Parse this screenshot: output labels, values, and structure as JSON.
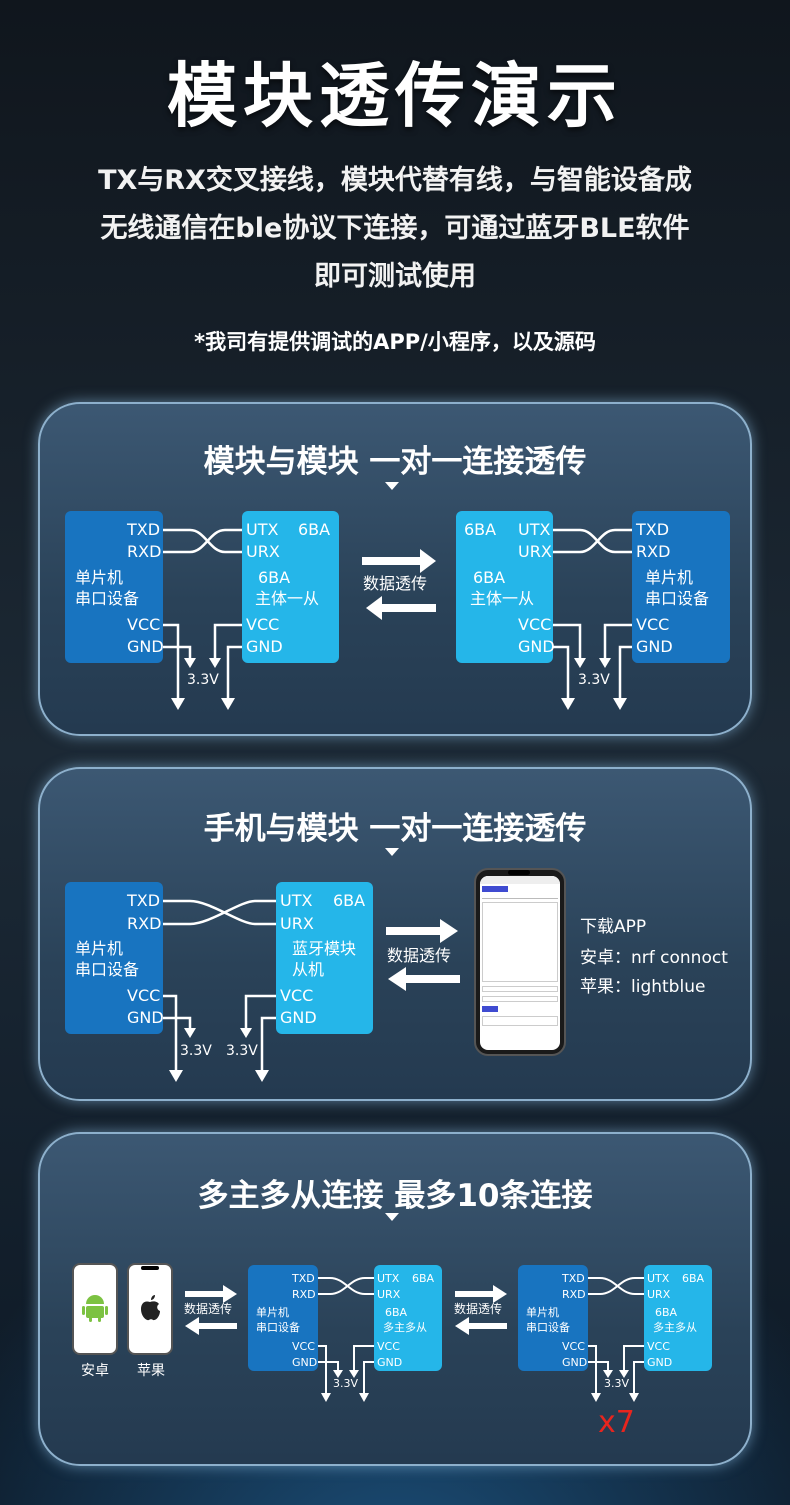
{
  "title": "模块透传演示",
  "intro": [
    "TX与RX交叉接线，模块代替有线，与智能设备成",
    "无线通信在ble协议下连接，可通过蓝牙BLE软件",
    "即可测试使用"
  ],
  "note": "*我司有提供调试的APP/小程序，以及源码",
  "colors": {
    "mcu_box": "#1874c0",
    "module_box": "#25b6e9",
    "panel_border": "#8db0cc",
    "x7": "#e8251e"
  },
  "s1": {
    "title": "模块与模块 一对一连接透传",
    "txd": "TXD",
    "rxd": "RXD",
    "mcu": [
      "单片机",
      "串口设备"
    ],
    "vcc": "VCC",
    "gnd": "GND",
    "utx": "UTX",
    "urx": "URX",
    "model": "6BA",
    "role": [
      "6BA",
      "主体一从"
    ],
    "v33": "3.3V",
    "transfer": "数据透传"
  },
  "s2": {
    "title": "手机与模块 一对一连接透传",
    "txd": "TXD",
    "rxd": "RXD",
    "mcu": [
      "单片机",
      "串口设备"
    ],
    "vcc": "VCC",
    "gnd": "GND",
    "utx": "UTX",
    "urx": "URX",
    "model": "6BA",
    "role": [
      "蓝牙模块",
      "从机"
    ],
    "v33": "3.3V",
    "transfer": "数据透传",
    "download": "下载APP",
    "android": "安卓：nrf connoct",
    "apple": "苹果：lightblue",
    "phone_icon": "smartphone-app-screenshot"
  },
  "s3": {
    "title": "多主多从连接 最多10条连接",
    "android": "安卓",
    "apple": "苹果",
    "transfer": "数据透传",
    "txd": "TXD",
    "rxd": "RXD",
    "mcu": [
      "单片机",
      "串口设备"
    ],
    "vcc": "VCC",
    "gnd": "GND",
    "utx": "UTX",
    "urx": "URX",
    "model": "6BA",
    "role": [
      "6BA",
      "多主多从"
    ],
    "v33": "3.3V",
    "count": "x7",
    "icons": [
      "android-icon",
      "apple-icon"
    ]
  }
}
